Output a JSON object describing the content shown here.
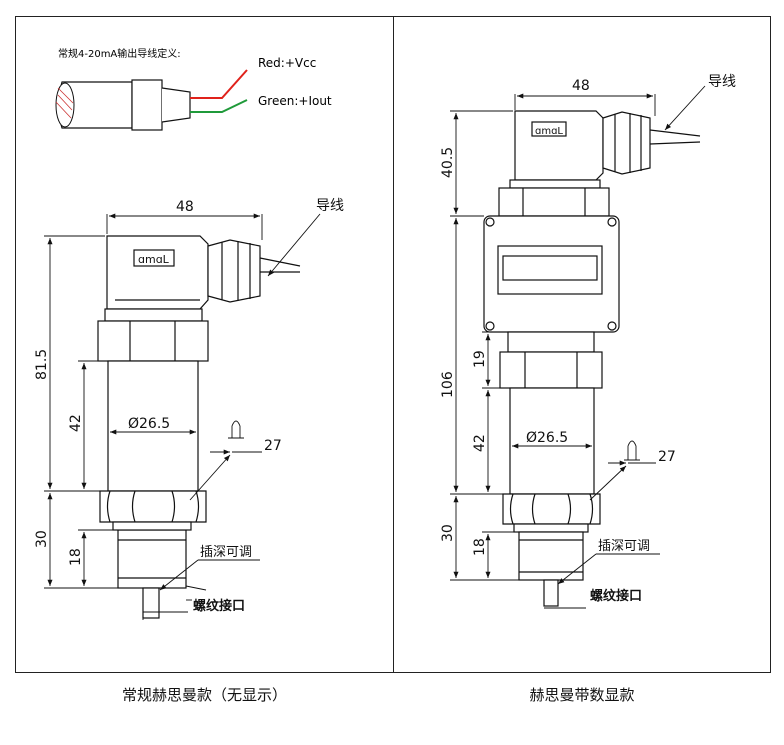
{
  "left": {
    "wiring_title": "常规4-20mA输出导线定义:",
    "red_label": "Red:+Vcc",
    "green_label": "Green:+Iout",
    "width_dim": "48",
    "cable_label": "导线",
    "total_height_dim": "81.5",
    "body_height_dim": "42",
    "diameter_label": "Ø26.5",
    "wrench_dim": "27",
    "thread_total_dim": "30",
    "thread_dim": "18",
    "insert_label": "插深可调",
    "thread_label": "螺纹接口",
    "caption": "常规赫思曼款（无显示）"
  },
  "right": {
    "width_dim": "48",
    "cable_label": "导线",
    "top_height_dim": "40.5",
    "total_height_dim": "106",
    "neck_dim": "19",
    "body_height_dim": "42",
    "diameter_label": "Ø26.5",
    "wrench_dim": "27",
    "thread_total_dim": "30",
    "thread_dim": "18",
    "insert_label": "插深可调",
    "thread_label": "螺纹接口",
    "caption": "赫思曼带数显款"
  },
  "colors": {
    "red_wire": "#e0221b",
    "green_wire": "#1f9a3a",
    "line": "#111111"
  }
}
